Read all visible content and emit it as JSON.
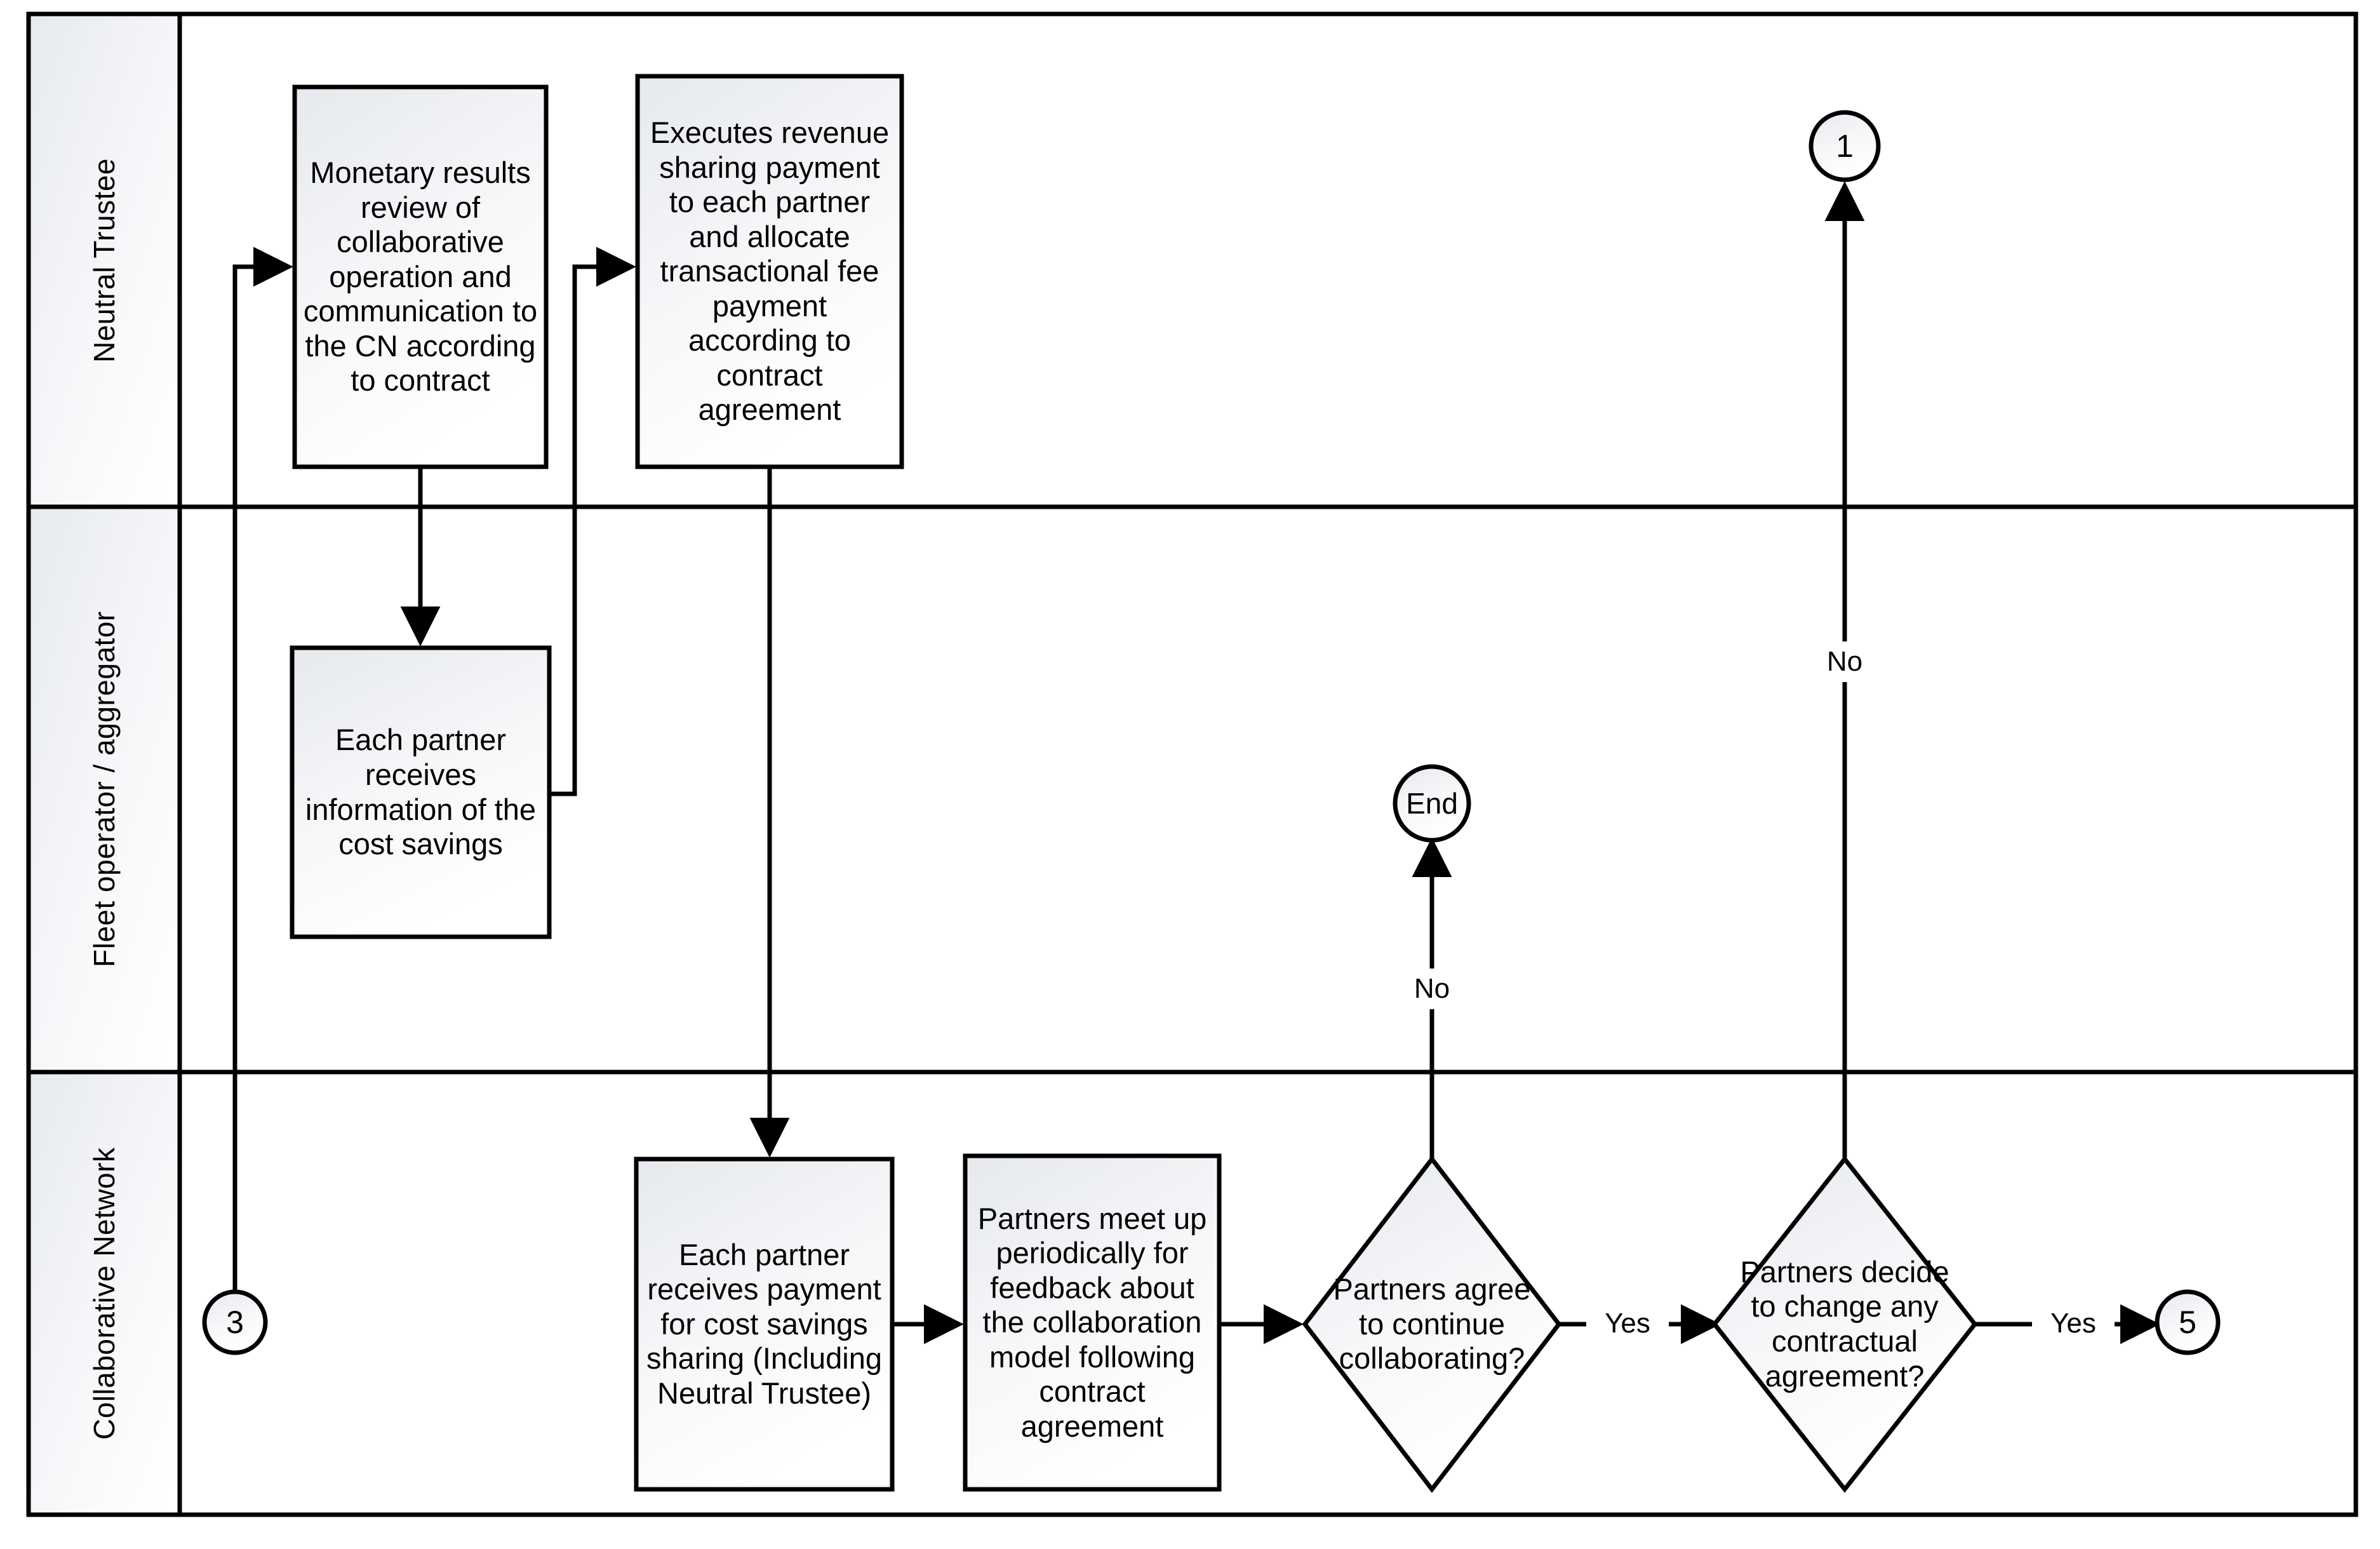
{
  "diagram": {
    "type": "swimlane-flowchart",
    "title": "Revenue sharing and collaboration review process",
    "colors": {
      "stroke": "#000000",
      "node_fill_top": "#e8eaee",
      "node_fill_bottom": "#ffffff",
      "lane_fill_top": "#e9ebee",
      "lane_fill_bottom": "#ffffff",
      "text": "#000000",
      "background": "#ffffff"
    }
  },
  "lanes": [
    {
      "id": "lane-neutral-trustee",
      "label": "Neutral Trustee"
    },
    {
      "id": "lane-fleet-operator",
      "label": "Fleet operator / aggregator"
    },
    {
      "id": "lane-collaborative-network",
      "label": "Collaborative Network"
    }
  ],
  "nodes": {
    "monetary_results_review": "Monetary results review of collaborative operation and communication to the CN according to contract",
    "executes_revenue_sharing": "Executes revenue sharing payment to each partner and allocate transactional fee payment according to contract agreement",
    "partner_receives_cost_savings_info": "Each partner receives information of the cost savings",
    "partner_receives_payment": "Each partner receives payment for cost savings sharing (Including Neutral Trustee)",
    "partners_meet_up": "Partners meet up periodically for feedback about the collaboration model following contract agreement",
    "decision_continue_collaborating": "Partners agree to continue collaborating?",
    "decision_change_contract": "Partners decide to change any contractual agreement?"
  },
  "connectors": {
    "ref_1": "1",
    "ref_3": "3",
    "ref_5": "5",
    "end": "End"
  },
  "edge_labels": {
    "no_to_end": "No",
    "no_to_ref1": "No",
    "yes_to_second_decision": "Yes",
    "yes_to_ref5": "Yes"
  }
}
